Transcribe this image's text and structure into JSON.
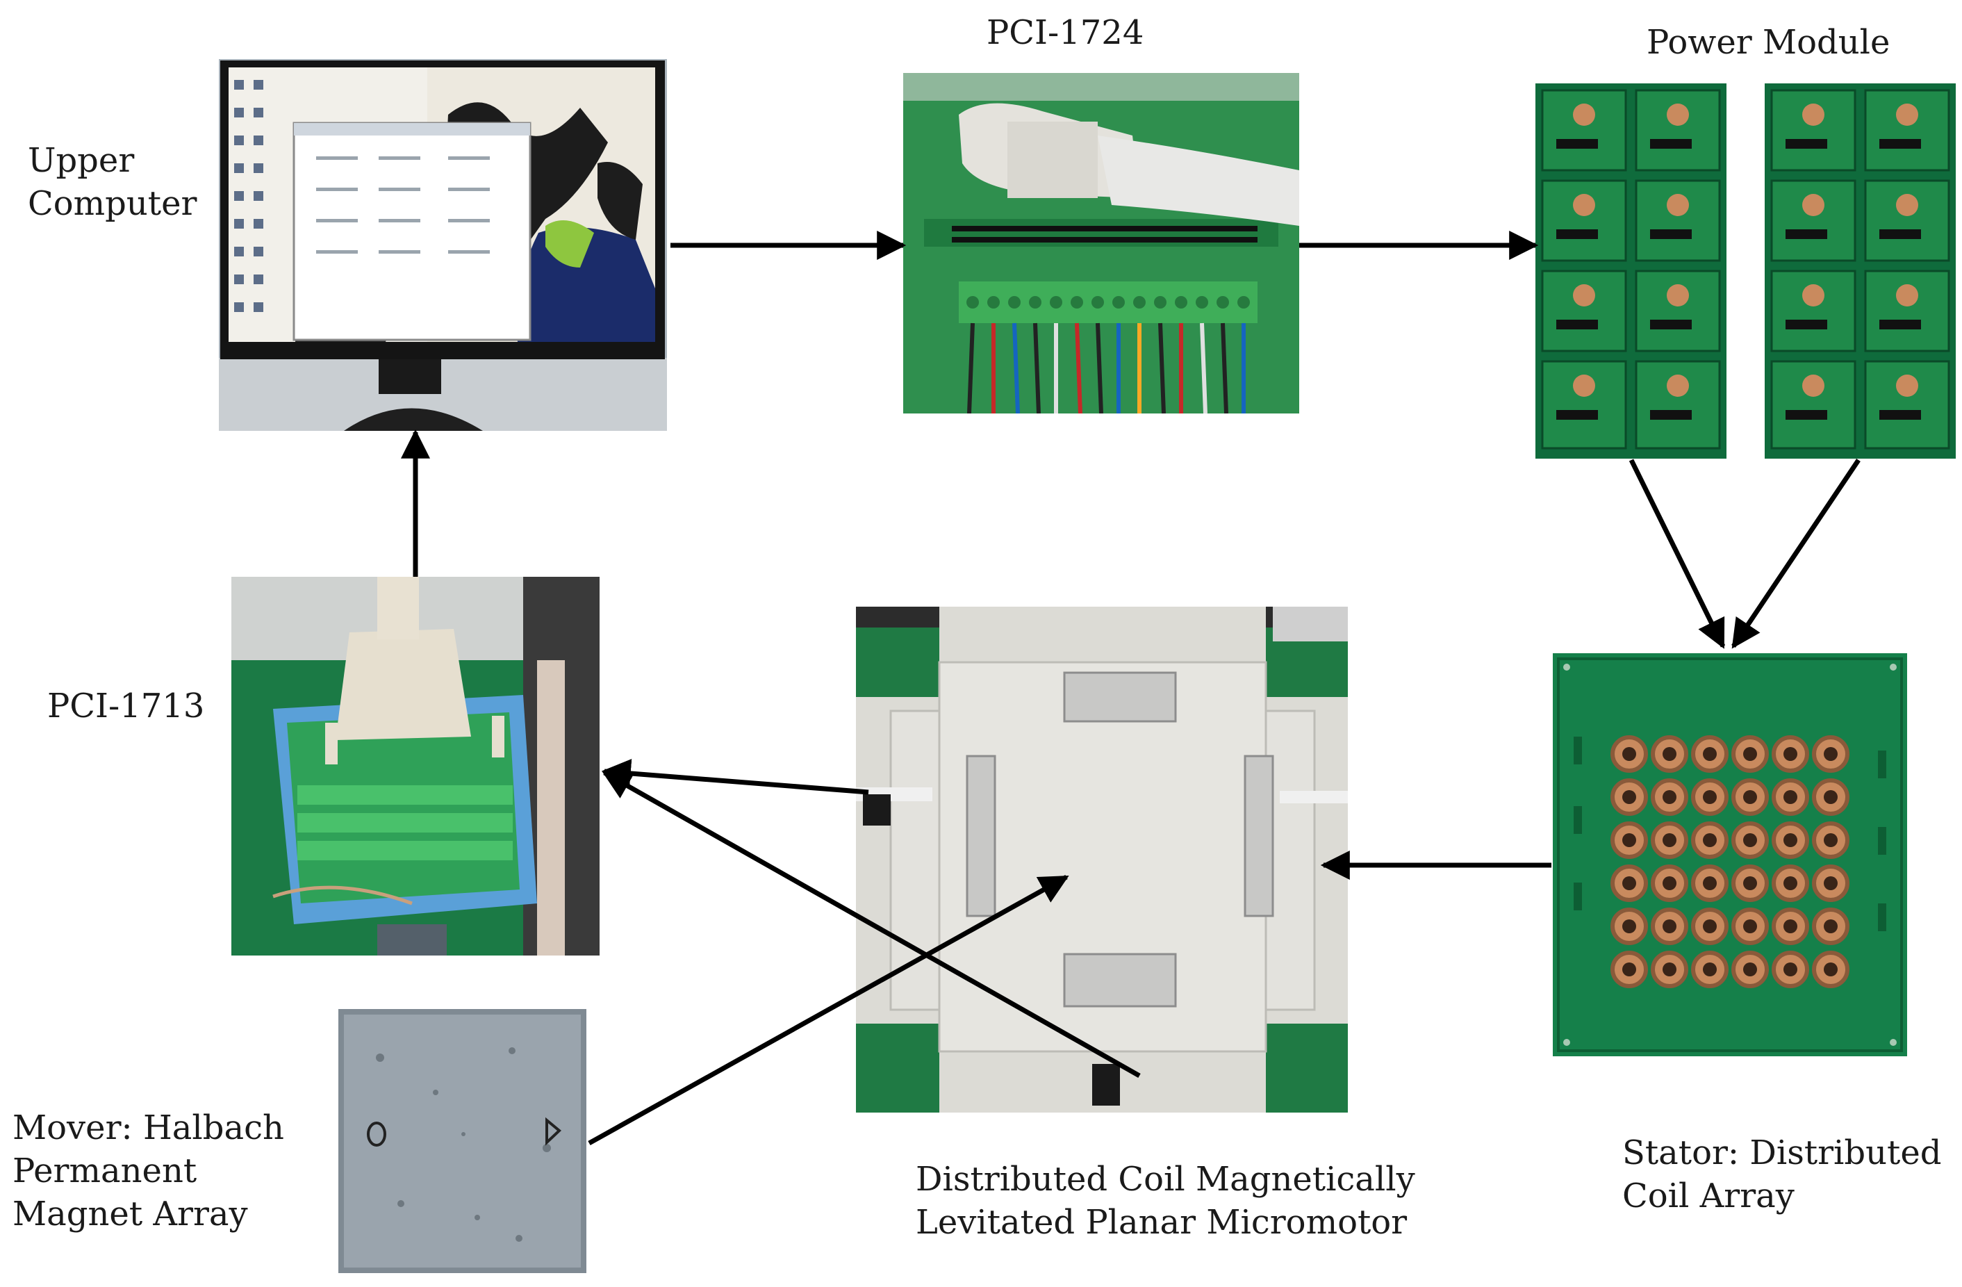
{
  "diagram": {
    "nodes": {
      "upper_computer": {
        "label": "Upper\nComputer",
        "image": "monitor-photo"
      },
      "pci_1724": {
        "label": "PCI-1724",
        "image": "terminal-board-photo"
      },
      "power_module": {
        "label": "Power Module",
        "image": "driver-board-photo"
      },
      "stator": {
        "label": "Stator: Distributed\nCoil Array",
        "image": "coil-array-photo"
      },
      "micromotor": {
        "label": "Distributed Coil Magnetically\nLevitated Planar Micromotor",
        "image": "micromotor-photo"
      },
      "pci_1713": {
        "label": "PCI-1713",
        "image": "daq-terminal-photo"
      },
      "mover": {
        "label": "Mover: Halbach\nPermanent\nMagnet Array",
        "image": "magnet-plate-photo"
      }
    },
    "edges": [
      {
        "from": "upper_computer",
        "to": "pci_1724"
      },
      {
        "from": "pci_1724",
        "to": "power_module"
      },
      {
        "from": "power_module",
        "to": "stator"
      },
      {
        "from": "stator",
        "to": "micromotor"
      },
      {
        "from": "micromotor",
        "to": "pci_1713"
      },
      {
        "from": "pci_1713",
        "to": "upper_computer"
      },
      {
        "from": "mover",
        "to": "micromotor"
      }
    ],
    "colors": {
      "pcb_green": "#1f8a4a",
      "copper": "#c98a5e",
      "arrow": "#000000",
      "aluminum": "#d9d8d2"
    }
  }
}
